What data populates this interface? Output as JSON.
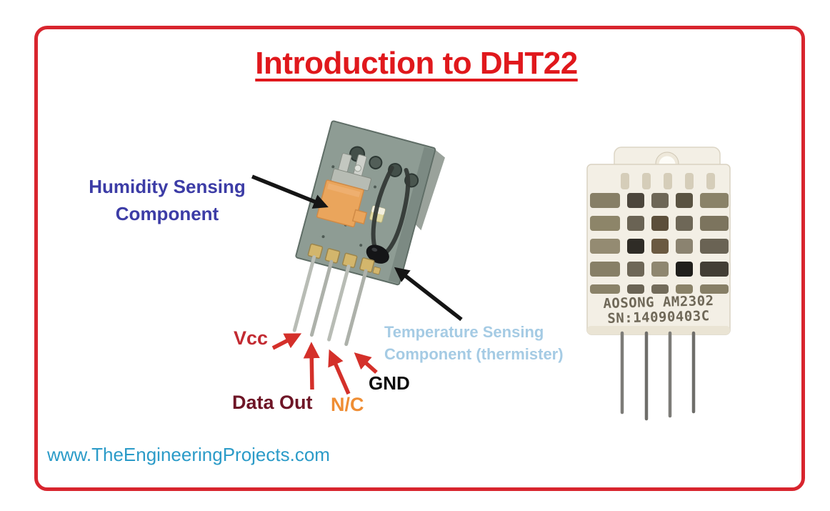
{
  "title": "Introduction to DHT22",
  "annotations": {
    "humidity": {
      "label": "Humidity Sensing Component",
      "color": "#3c3ca6"
    },
    "temperature": {
      "label": "Temperature Sensing Component (thermister)",
      "color": "#a5cbe4"
    },
    "pins": [
      {
        "label": "Vcc",
        "color": "#c22a31"
      },
      {
        "label": "Data Out",
        "color": "#6e1526"
      },
      {
        "label": "N/C",
        "color": "#ef8d33"
      },
      {
        "label": "GND",
        "color": "#0b0b0b"
      }
    ]
  },
  "sensor": {
    "brand_line": "AOSONG AM2302",
    "serial_line": "SN:14090403C"
  },
  "footer": {
    "website": "www.TheEngineeringProjects.com"
  },
  "colors": {
    "frame_red": "#d8252e",
    "title_red": "#e0181c",
    "arrow_red": "#d4302a",
    "arrow_black": "#151515",
    "pcb_green_gray": "#8e9c94",
    "humidity_component_orange": "#eaa55c",
    "sensor_case_cream": "#f3efe5"
  }
}
